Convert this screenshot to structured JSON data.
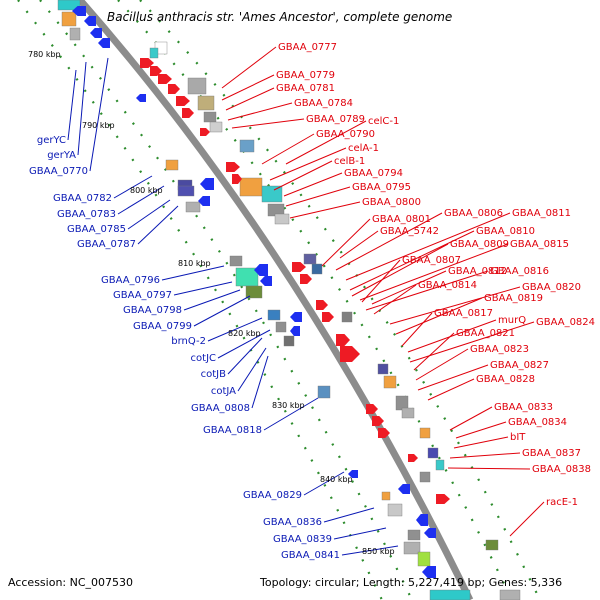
{
  "title": "Bacillus anthracis str. 'Ames Ancestor', complete genome",
  "accession": "Accession: NC_007530",
  "topology": "Topology: circular; Length: 5,227,419 bp; Genes: 5,336",
  "colors": {
    "forward_label": "#e0000b",
    "reverse_label": "#0a19b4",
    "backbone": "#8c8c8c",
    "grid_dots": "#2d8c2d"
  },
  "ticks": [
    "780 kbp",
    "790 kbp",
    "800 kbp",
    "810 kbp",
    "820 kbp",
    "830 kbp",
    "840 kbp",
    "850 kbp"
  ],
  "forward_labels": [
    "GBAA_0777",
    "GBAA_0779",
    "GBAA_0781",
    "GBAA_0784",
    "GBAA_0789",
    "celC-1",
    "GBAA_0790",
    "celA-1",
    "celB-1",
    "GBAA_0794",
    "GBAA_0795",
    "GBAA_0800",
    "GBAA_0801",
    "GBAA_0806",
    "GBAA_0811",
    "GBAA_5742",
    "GBAA_0810",
    "GBAA_0809",
    "GBAA_0815",
    "GBAA_0807",
    "GBAA_0812",
    "GBAA_0816",
    "GBAA_0814",
    "GBAA_0820",
    "GBAA_0819",
    "GBAA_0817",
    "murQ",
    "GBAA_0824",
    "GBAA_0821",
    "GBAA_0823",
    "GBAA_0827",
    "GBAA_0828",
    "GBAA_0833",
    "GBAA_0834",
    "bIT",
    "GBAA_0837",
    "GBAA_0838",
    "racE-1"
  ],
  "reverse_labels": [
    "gerYC",
    "gerYA",
    "GBAA_0770",
    "GBAA_0782",
    "GBAA_0783",
    "GBAA_0785",
    "GBAA_0787",
    "GBAA_0796",
    "GBAA_0797",
    "GBAA_0798",
    "GBAA_0799",
    "brnQ-2",
    "cotJC",
    "cotJB",
    "cotJA",
    "GBAA_0808",
    "GBAA_0818",
    "GBAA_0829",
    "GBAA_0836",
    "GBAA_0839",
    "GBAA_0841"
  ]
}
